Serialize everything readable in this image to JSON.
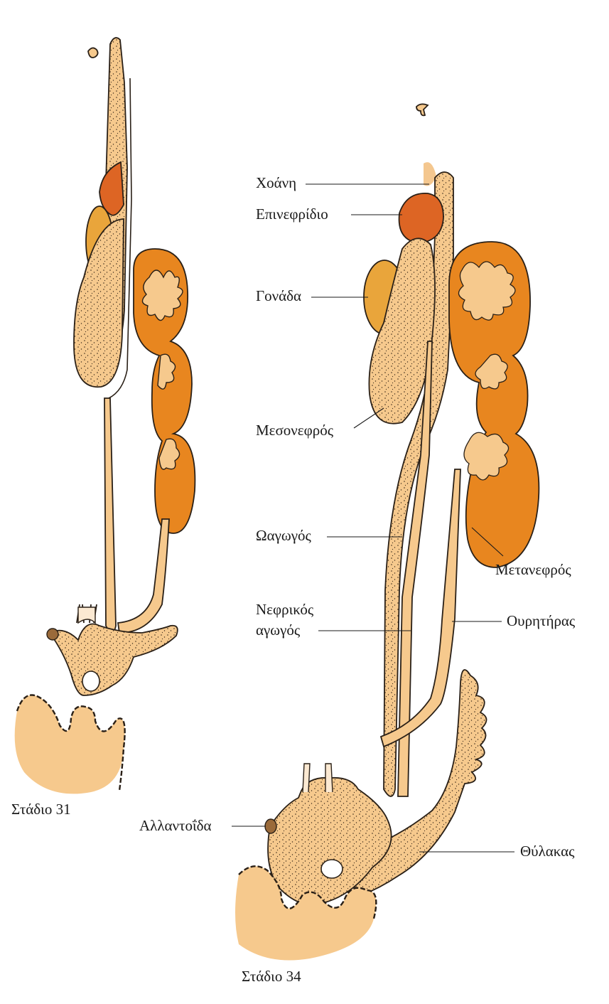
{
  "figure": {
    "stage31_caption": "Στάδιο 31",
    "stage34_caption": "Στάδιο 34"
  },
  "labels": {
    "choane": "Χοάνη",
    "adrenal": "Επινεφρίδιο",
    "gonad": "Γονάδα",
    "mesonephros": "Μεσονεφρός",
    "oviduct": "Ωαγωγός",
    "nephric_duct_line1": "Νεφρικός",
    "nephric_duct_line2": "αγωγός",
    "metanephros": "Μετανεφρός",
    "ureter": "Ουρητήρας",
    "allantois": "Αλλαντοΐδα",
    "bladder": "Θύλακας"
  },
  "colors": {
    "tissue": "#f6c98d",
    "metanephros": "#e8861f",
    "gonad": "#e9a53b",
    "adrenal": "#dd6524",
    "outline": "#2a2017"
  }
}
